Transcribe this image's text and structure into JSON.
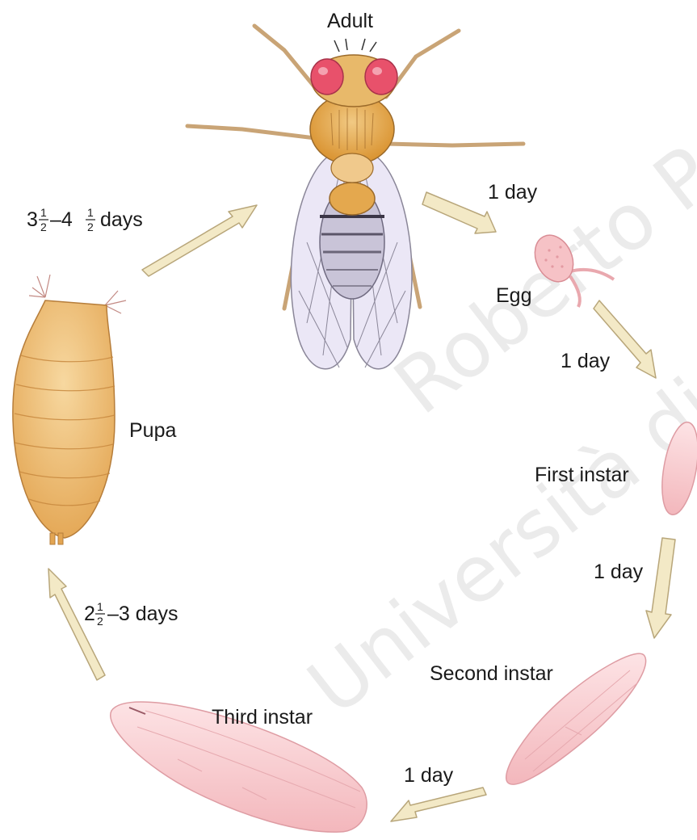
{
  "stages": {
    "adult": "Adult",
    "egg": "Egg",
    "first_instar": "First instar",
    "second_instar": "Second instar",
    "third_instar": "Third instar",
    "pupa": "Pupa"
  },
  "durations": {
    "adult_to_egg": "1 day",
    "egg_to_first": "1 day",
    "first_to_second": "1 day",
    "second_to_third": "1 day",
    "third_to_pupa": {
      "whole": "2",
      "frac_num": "1",
      "frac_den": "2",
      "rest": "–3 days"
    },
    "pupa_to_adult": {
      "whole1": "3",
      "frac1_num": "1",
      "frac1_den": "2",
      "sep": "–4",
      "frac2_num": "1",
      "frac2_den": "2",
      "rest": "days"
    }
  },
  "watermark": {
    "line1": "Roberto P",
    "line2": "Università di"
  },
  "colors": {
    "arrow": "#f3e9c6",
    "arrow_edge": "#b8a67a",
    "adult_body": "#e4a84e",
    "adult_eye": "#e8516b",
    "wing": "#ebe7f6",
    "larva": "#f7c9cc",
    "pupa": "#ebb265"
  }
}
